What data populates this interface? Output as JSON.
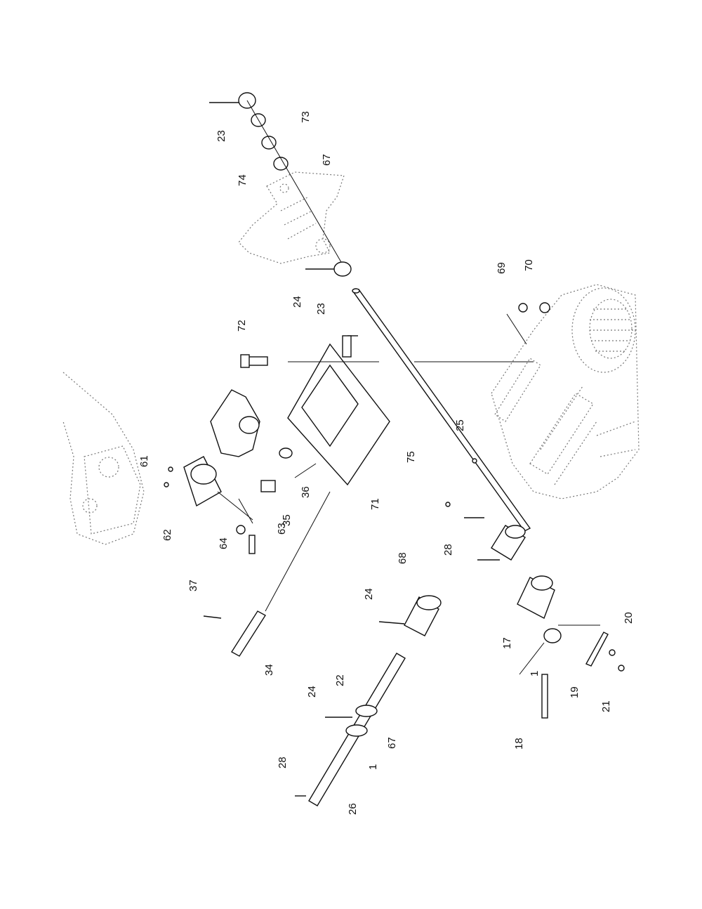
{
  "callouts": [
    {
      "id": "c23a",
      "text": "23"
    },
    {
      "id": "c73",
      "text": "73"
    },
    {
      "id": "c74",
      "text": "74"
    },
    {
      "id": "c67a",
      "text": "67"
    },
    {
      "id": "c70",
      "text": "70"
    },
    {
      "id": "c69",
      "text": "69"
    },
    {
      "id": "c24a",
      "text": "24"
    },
    {
      "id": "c23b",
      "text": "23"
    },
    {
      "id": "c72",
      "text": "72"
    },
    {
      "id": "c61",
      "text": "61"
    },
    {
      "id": "c62",
      "text": "62"
    },
    {
      "id": "c64",
      "text": "64"
    },
    {
      "id": "c63",
      "text": "63"
    },
    {
      "id": "c35",
      "text": "35"
    },
    {
      "id": "c36",
      "text": "36"
    },
    {
      "id": "c71",
      "text": "71"
    },
    {
      "id": "c75",
      "text": "75"
    },
    {
      "id": "c25",
      "text": "25"
    },
    {
      "id": "c28a",
      "text": "28"
    },
    {
      "id": "c37",
      "text": "37"
    },
    {
      "id": "c34",
      "text": "34"
    },
    {
      "id": "c68",
      "text": "68"
    },
    {
      "id": "c24b",
      "text": "24"
    },
    {
      "id": "c17",
      "text": "17"
    },
    {
      "id": "c20",
      "text": "20"
    },
    {
      "id": "c1a",
      "text": "1"
    },
    {
      "id": "c19",
      "text": "19"
    },
    {
      "id": "c21",
      "text": "21"
    },
    {
      "id": "c18",
      "text": "18"
    },
    {
      "id": "c22",
      "text": "22"
    },
    {
      "id": "c24c",
      "text": "24"
    },
    {
      "id": "c67b",
      "text": "67"
    },
    {
      "id": "c1b",
      "text": "1"
    },
    {
      "id": "c28b",
      "text": "28"
    },
    {
      "id": "c26",
      "text": "26"
    }
  ]
}
